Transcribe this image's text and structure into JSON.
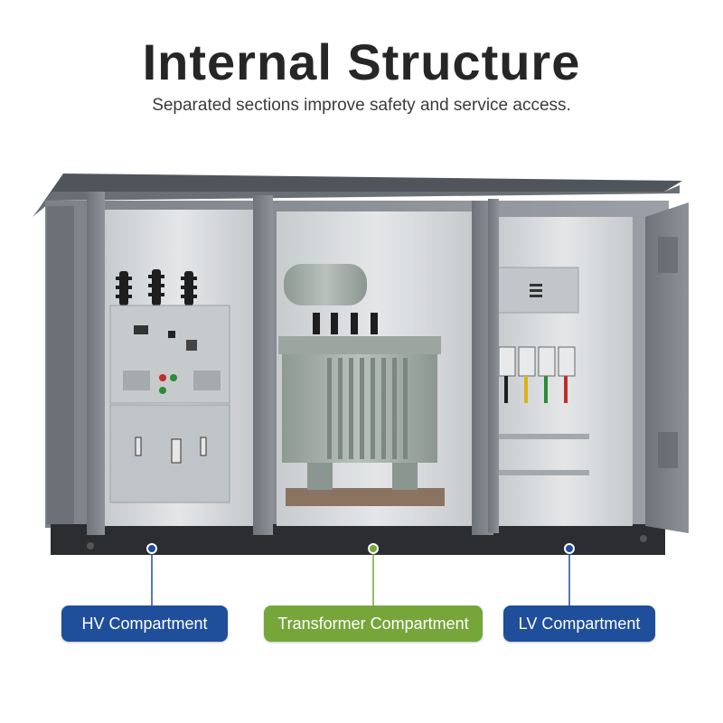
{
  "header": {
    "title": "Internal Structure",
    "subtitle": "Separated sections improve safety and service access."
  },
  "labels": [
    {
      "text": "HV Compartment",
      "color": "#1f4e9a"
    },
    {
      "text": "Transformer Compartment",
      "color": "#76a63a"
    },
    {
      "text": "LV Compartment",
      "color": "#1f4e9a"
    }
  ],
  "colors": {
    "enclosure": "#8a8f95",
    "roof": "#5a5f66",
    "base": "#2b2d30",
    "interior": "#d8dadc",
    "transformer": "#a9b2ad",
    "panel": "#c3c7cb"
  },
  "icons": [
    "insulator-icon",
    "radiator-fin-icon",
    "breaker-icon",
    "vent-grille-icon"
  ]
}
